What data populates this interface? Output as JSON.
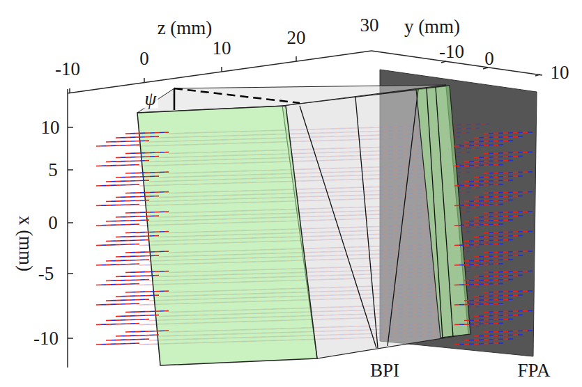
{
  "diagram": {
    "labels": [
      "z (mm)",
      "y (mm)",
      "-10",
      "0",
      "10",
      "20",
      "30",
      "-10",
      "0",
      "10",
      "10",
      "5",
      "0",
      "-5",
      "-10",
      "x (mm)",
      "ψ",
      "BPI",
      "FPA"
    ]
  }
}
